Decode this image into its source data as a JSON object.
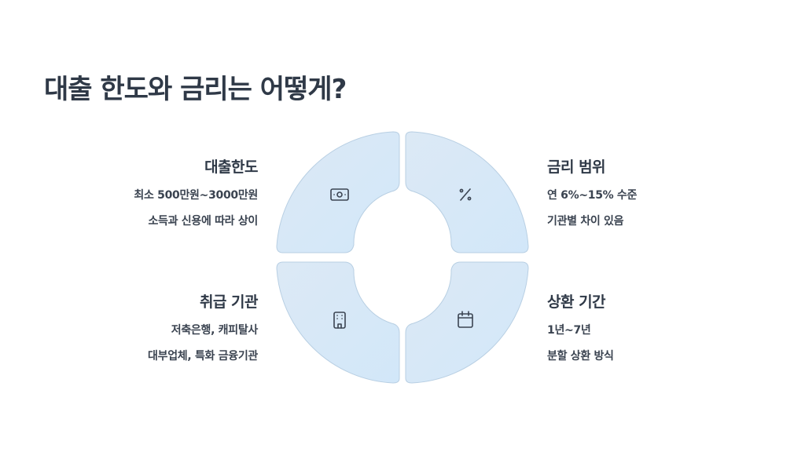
{
  "page": {
    "title": "대출 한도와 금리는 어떻게?"
  },
  "colors": {
    "quadrant_fill": "#d7e8f7",
    "quadrant_stroke": "#b8cfe3",
    "icon_stroke": "#3b4452",
    "text": "#2f3947"
  },
  "quadrants": [
    {
      "id": "limit",
      "icon": "money-bill-icon",
      "heading": "대출한도",
      "lines": [
        "최소 500만원~3000만원",
        "소득과 신용에 따라 상이"
      ]
    },
    {
      "id": "interest",
      "icon": "percent-icon",
      "heading": "금리 범위",
      "lines": [
        "연 6%~15% 수준",
        "기관별 차이 있음"
      ]
    },
    {
      "id": "institutions",
      "icon": "building-icon",
      "heading": "취급 기관",
      "lines": [
        "저축은행, 캐피탈사",
        "대부업체, 특화 금융기관"
      ]
    },
    {
      "id": "term",
      "icon": "calendar-icon",
      "heading": "상환 기간",
      "lines": [
        "1년~7년",
        "분할 상환 방식"
      ]
    }
  ]
}
